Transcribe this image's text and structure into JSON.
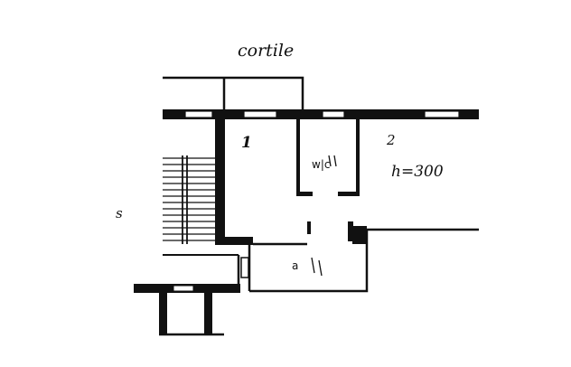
{
  "plan": {
    "courtyard_label": "cortile",
    "room_1_label": "1",
    "room_2_label": "2",
    "bath_label": "w|c",
    "height_note": "h=300",
    "entry_label": "a",
    "stair_label": "s",
    "ink_color": "#111111",
    "paper_color": "#ffffff"
  }
}
